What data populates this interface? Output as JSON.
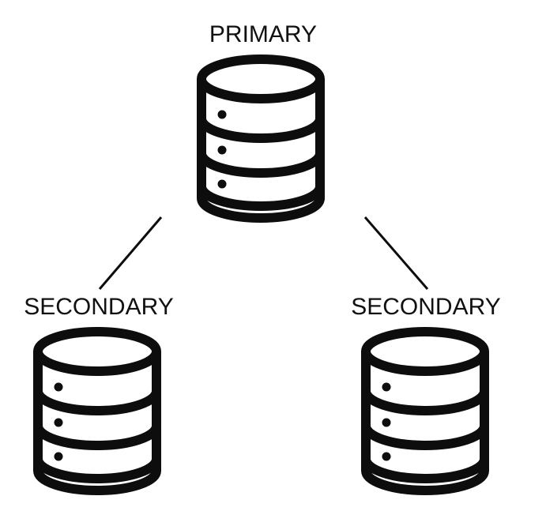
{
  "nodes": {
    "primary": {
      "label": "PRIMARY"
    },
    "secondary_left": {
      "label": "SECONDARY"
    },
    "secondary_right": {
      "label": "SECONDARY"
    }
  },
  "colors": {
    "stroke": "#0d0d0d",
    "background": "#ffffff"
  }
}
